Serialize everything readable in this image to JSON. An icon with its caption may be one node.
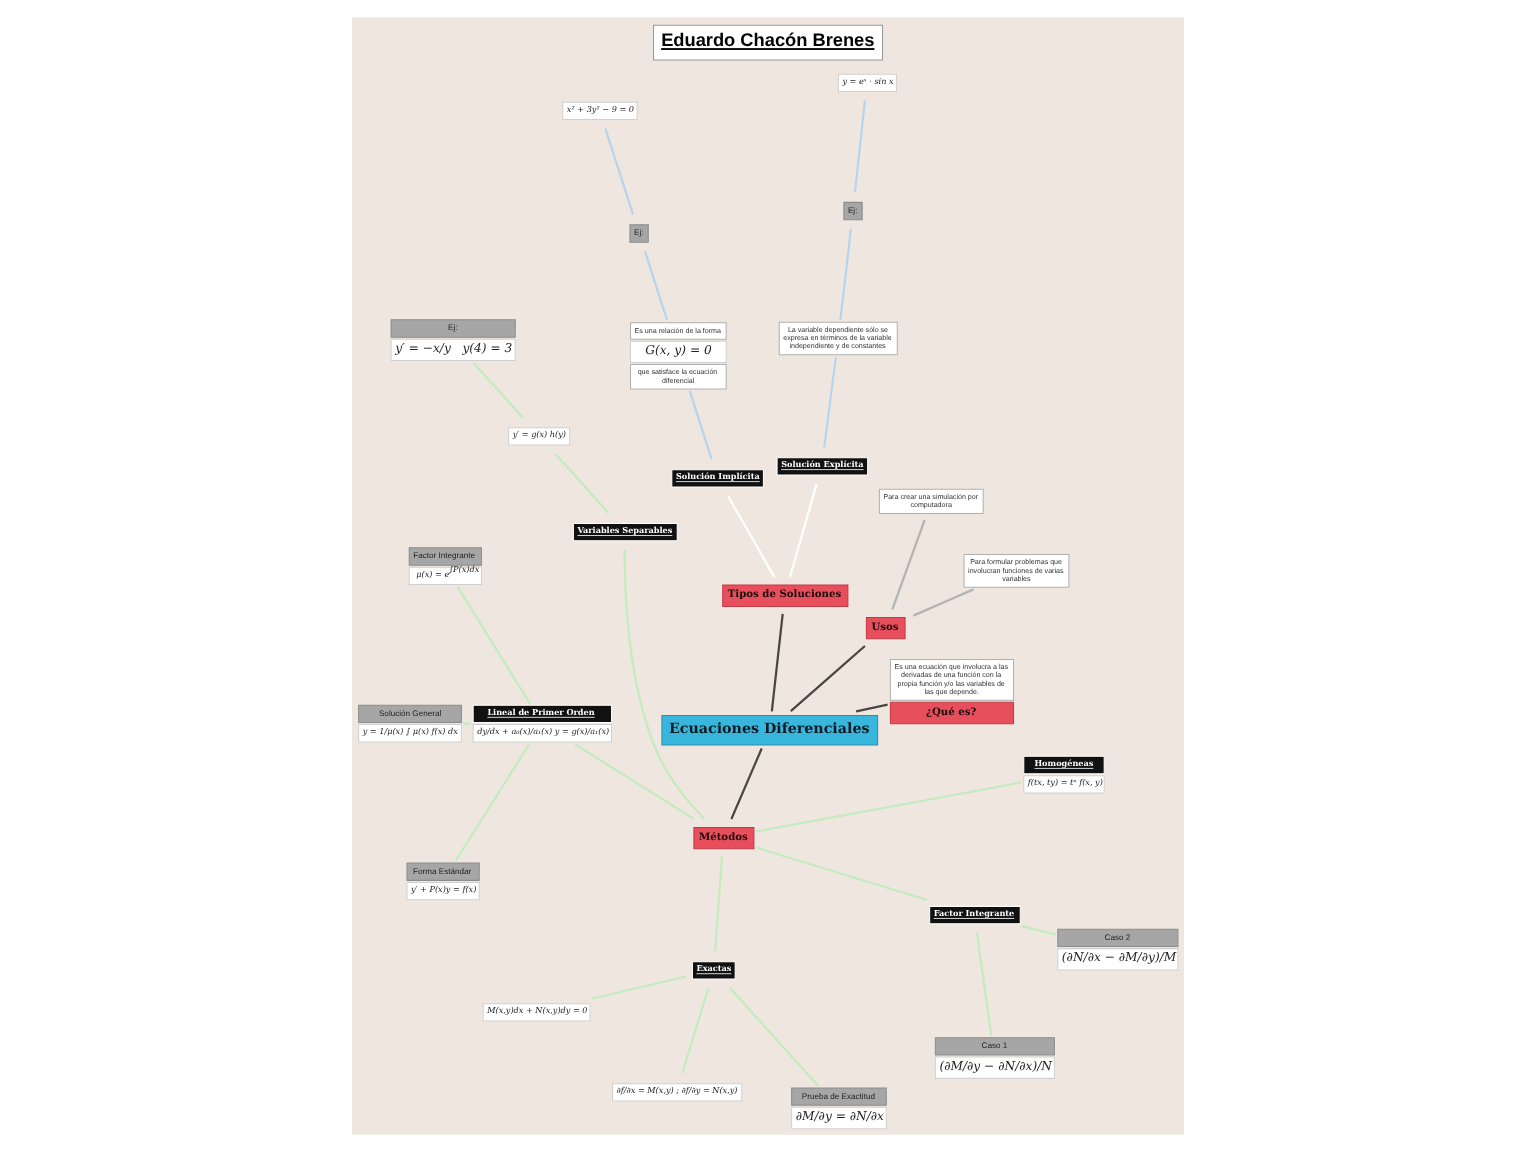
{
  "diagram": {
    "title": "Eduardo Chacón Brenes",
    "nodes": [
      {
        "text": [
          "Ecuaciones Diferenciales"
        ]
      },
      {
        "text": [
          "Es una ecuación que involucra a las derivadas de una función con la propia función y/o las variables de las que depende.",
          "¿Qué es?"
        ]
      },
      {
        "text": [
          "Usos"
        ]
      },
      {
        "text": [
          "Para formular problemas que involucran funciones de varias variables"
        ]
      },
      {
        "text": [
          "Para crear una simulación por computadora"
        ]
      },
      {
        "text": [
          "Tipos de Soluciones"
        ]
      },
      {
        "text": [
          "Solución Explícita"
        ]
      },
      {
        "text": [
          "La variable dependiente sólo se expresa en términos de la variable independiente y de constantes"
        ]
      },
      {
        "text": [
          "Ej:"
        ]
      },
      {
        "text": [
          "y = eˣ · sin x"
        ]
      },
      {
        "text": [
          "Solución Implícita"
        ]
      },
      {
        "text": [
          "Es una relación de la forma",
          "G(x, y) = 0",
          "que satisface la ecuación diferencial"
        ]
      },
      {
        "text": [
          "Ej:"
        ]
      },
      {
        "text": [
          "x² + 3y² − 9 = 0"
        ]
      },
      {
        "text": [
          "Métodos"
        ]
      },
      {
        "text": [
          "Variables Separables"
        ]
      },
      {
        "text": [
          "y′ = g(x) h(y)"
        ]
      },
      {
        "text": [
          "Ej:",
          "y′ = −x/y   y(4) = 3"
        ]
      },
      {
        "text": [
          "Lineal de Primer Orden",
          "dy/dx + a₀(x)/a₁(x) y = g(x)/a₁(x)"
        ]
      },
      {
        "text": [
          "Factor Integrante",
          "μ(x) = e$^{∫P(x)dx}$"
        ]
      },
      {
        "text": [
          "Solución General",
          "y = 1/μ(x) ∫ μ(x) f(x) dx"
        ]
      },
      {
        "text": [
          "Forma Estándar",
          "y′ + P(x)y = f(x)"
        ]
      },
      {
        "text": [
          "Exactas"
        ]
      },
      {
        "text": [
          "M(x,y)dx + N(x,y)dy = 0"
        ]
      },
      {
        "text": [
          "∂f/∂x = M(x,y) ; ∂f/∂y = N(x,y)"
        ]
      },
      {
        "text": [
          "Prueba de Exactitud",
          "∂M/∂y = ∂N/∂x"
        ]
      },
      {
        "text": [
          "Factor Integrante"
        ]
      },
      {
        "text": [
          "Caso 1",
          "(∂M/∂y − ∂N/∂x)/N"
        ]
      },
      {
        "text": [
          "Caso 2",
          "(∂N/∂x − ∂M/∂y)/M"
        ]
      },
      {
        "text": [
          "Homogéneas",
          "f(tx, ty) = tⁿ f(x, y)"
        ]
      }
    ],
    "edges": [
      {
        "from": 0,
        "to": 1,
        "arrow": "none",
        "color": "#4b4642"
      },
      {
        "from": 0,
        "to": 2,
        "arrow": "none",
        "color": "#4b4642"
      },
      {
        "from": 0,
        "to": 5,
        "arrow": "none",
        "color": "#4b4642"
      },
      {
        "from": 0,
        "to": 14,
        "arrow": "none",
        "color": "#4b4642"
      },
      {
        "from": 2,
        "to": 3,
        "arrow": "none",
        "color": "#b3b3b3"
      },
      {
        "from": 2,
        "to": 4,
        "arrow": "none",
        "color": "#b3b3b3"
      },
      {
        "from": 5,
        "to": 6,
        "arrow": "none",
        "color": "#ffffff"
      },
      {
        "from": 5,
        "to": 10,
        "arrow": "none",
        "color": "#ffffff"
      },
      {
        "from": 6,
        "to": 7,
        "arrow": "none",
        "color": "#b8d4ec"
      },
      {
        "from": 7,
        "to": 8,
        "arrow": "none",
        "color": "#b8d4ec"
      },
      {
        "from": 8,
        "to": 9,
        "arrow": "none",
        "color": "#b8d4ec"
      },
      {
        "from": 10,
        "to": 11,
        "arrow": "none",
        "color": "#b8d4ec"
      },
      {
        "from": 11,
        "to": 12,
        "arrow": "none",
        "color": "#b8d4ec"
      },
      {
        "from": 12,
        "to": 13,
        "arrow": "none",
        "color": "#b8d4ec"
      },
      {
        "from": 14,
        "to": 15,
        "arrow": "none"
      },
      {
        "from": 15,
        "to": 16,
        "arrow": "none"
      },
      {
        "from": 16,
        "to": 17,
        "arrow": "none"
      },
      {
        "from": 14,
        "to": 18,
        "arrow": "none"
      },
      {
        "from": 18,
        "to": 19,
        "arrow": "none"
      },
      {
        "from": 18,
        "to": 20,
        "arrow": "none"
      },
      {
        "from": 18,
        "to": 21,
        "arrow": "none"
      },
      {
        "from": 14,
        "to": 22,
        "arrow": "none"
      },
      {
        "from": 22,
        "to": 23,
        "arrow": "none"
      },
      {
        "from": 22,
        "to": 24,
        "arrow": "none"
      },
      {
        "from": 22,
        "to": 25,
        "arrow": "none"
      },
      {
        "from": 14,
        "to": 26,
        "arrow": "none"
      },
      {
        "from": 26,
        "to": 27,
        "arrow": "none"
      },
      {
        "from": 26,
        "to": 28,
        "arrow": "none"
      },
      {
        "from": 14,
        "to": 29,
        "arrow": "none"
      }
    ]
  }
}
